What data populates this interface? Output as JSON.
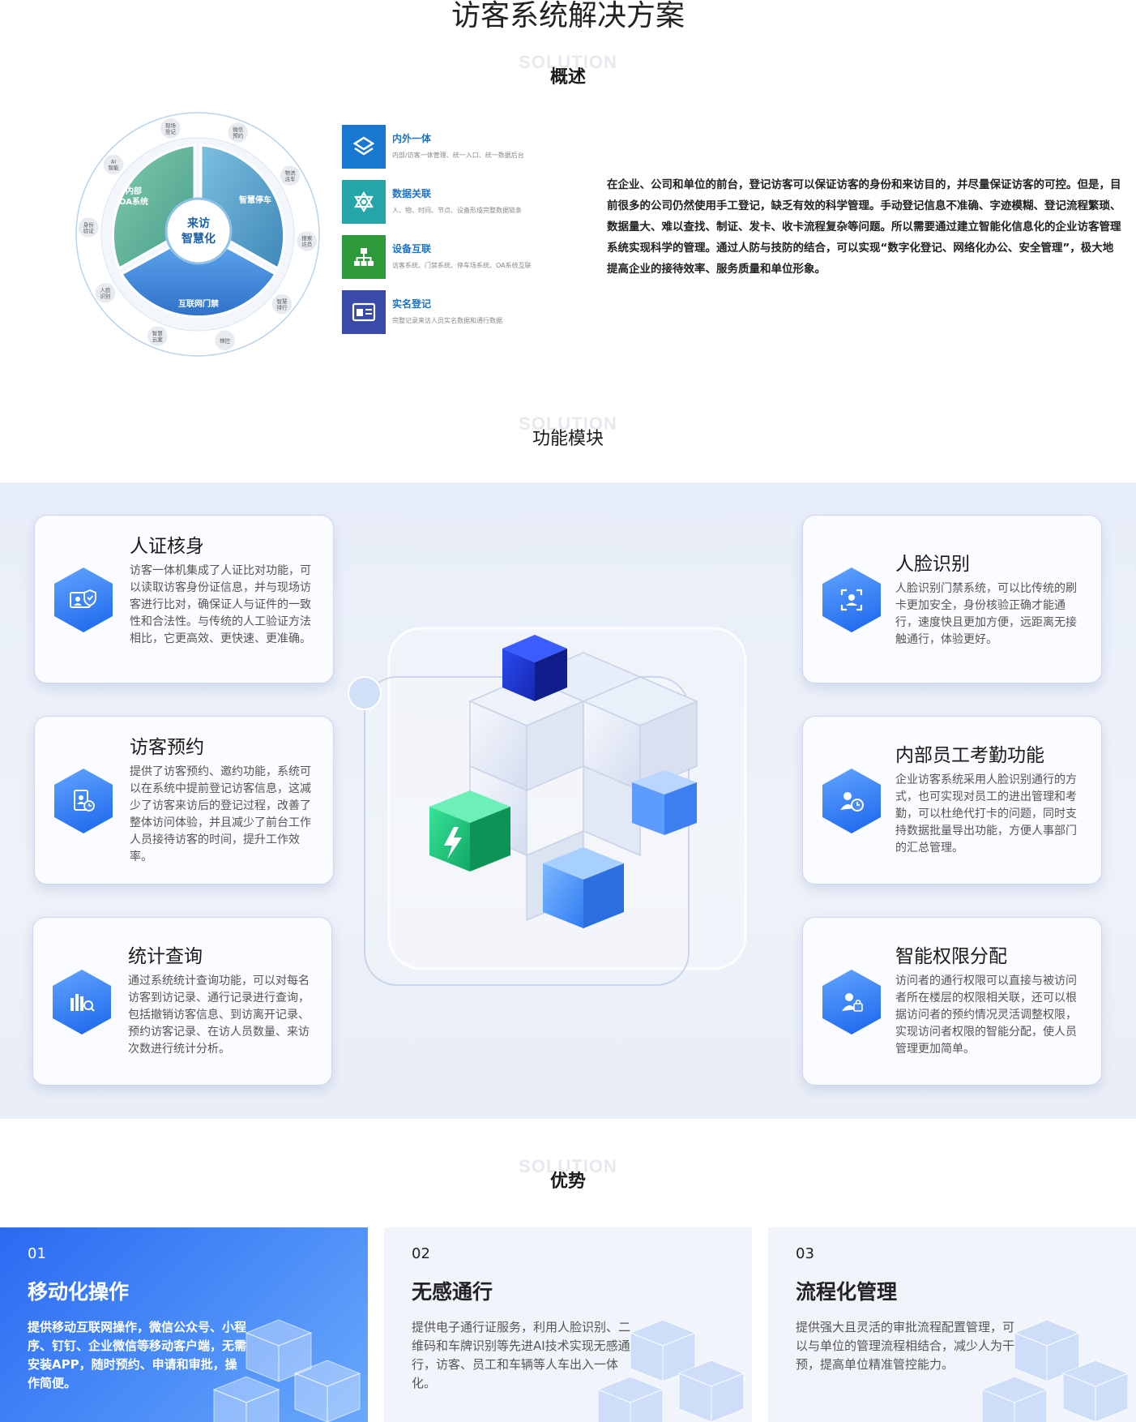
{
  "page_title": "访客系统解决方案",
  "sections": {
    "overview": {
      "bg_word": "SOLUTION",
      "title": "概述"
    },
    "modules": {
      "bg_word": "SOLUTION",
      "title": "功能模块"
    },
    "advantages": {
      "bg_word": "SOLUTION",
      "title": "优势"
    }
  },
  "wheel": {
    "center": [
      "来访",
      "智慧化"
    ],
    "segments": [
      "内部\nOA系统",
      "智慧停车",
      "互联网门禁"
    ],
    "satellites": [
      "微信\n预约",
      "物流\n派车",
      "搜索\n访员",
      "智慧\n排行",
      "梯控",
      "智慧\n云案",
      "人脸\n识别",
      "身份\n验证",
      "AI\n智能",
      "现场\n登记"
    ]
  },
  "overview_items": [
    {
      "title": "内外一体",
      "desc": "内部/访客一体管理、统一入口、统一数据后台",
      "color": "#1b78d0",
      "icon": "layers-icon"
    },
    {
      "title": "数据关联",
      "desc": "人、物、时间、节点、设备形成完整数据链条",
      "color": "#26a5a8",
      "icon": "star-network-icon"
    },
    {
      "title": "设备互联",
      "desc": "访客系统、门禁系统、停车场系统、OA系统互联",
      "color": "#2e9a3c",
      "icon": "hierarchy-icon"
    },
    {
      "title": "实名登记",
      "desc": "完整记录来访人员实名数据和通行数据",
      "color": "#3a4aa8",
      "icon": "id-card-icon"
    }
  ],
  "overview_text": "在企业、公司和单位的前台，登记访客可以保证访客的身份和来访目的，并尽量保证访客的可控。但是，目前很多的公司仍然使用手工登记，缺乏有效的科学管理。手动登记信息不准确、字迹模糊、登记流程繁琐、数据量大、难以查找、制证、发卡、收卡流程复杂等问题。所以需要通过建立智能化信息化的企业访客管理系统实现科学的管理。通过人防与技防的结合，可以实现“数字化登记、网络化办公、安全管理”，极大地提高企业的接待效率、服务质量和单位形象。",
  "modules": {
    "left": [
      {
        "title": "人证核身",
        "desc": "访客一体机集成了人证比对功能，可以读取访客身份证信息，并与现场访客进行比对，确保证人与证件的一致性和合法性。与传统的人工验证方法相比，它更高效、更快速、更准确。",
        "icon": "id-verify-icon"
      },
      {
        "title": "访客预约",
        "desc": "提供了访客预约、邀约功能，系统可以在系统中提前登记访客信息，这减少了访客来访后的登记过程，改善了整体访问体验，并且减少了前台工作人员接待访客的时间，提升工作效率。",
        "icon": "appointment-icon"
      },
      {
        "title": "统计查询",
        "desc": "通过系统统计查询功能，可以对每名访客到访记录、通行记录进行查询，包括撤销访客信息、到访离开记录、预约访客记录、在访人员数量、来访次数进行统计分析。",
        "icon": "stats-search-icon"
      }
    ],
    "right": [
      {
        "title": "人脸识别",
        "desc": "人脸识别门禁系统，可以比传统的刷卡更加安全，身份核验正确才能通行，速度快且更加方便，远距离无接触通行，体验更好。",
        "icon": "face-scan-icon"
      },
      {
        "title": "内部员工考勤功能",
        "desc": "企业访客系统采用人脸识别通行的方式，也可实现对员工的进出管理和考勤，可以杜绝代打卡的问题，同时支持数据批量导出功能，方便人事部门的汇总管理。",
        "icon": "attendance-icon"
      },
      {
        "title": "智能权限分配",
        "desc": "访问者的通行权限可以直接与被访问者所在楼层的权限相关联，还可以根据访问者的预约情况灵活调整权限，实现访问者权限的智能分配，使人员管理更加简单。",
        "icon": "permission-icon"
      }
    ]
  },
  "advantages": [
    {
      "num": "01",
      "title": "移动化操作",
      "desc": "提供移动互联网操作，微信公众号、小程序、钉钉、企业微信等移动客户端，无需安装APP，随时预约、申请和审批，操作简便。"
    },
    {
      "num": "02",
      "title": "无感通行",
      "desc": "提供电子通行证服务，利用人脸识别、二维码和车牌识别等先进AI技术实现无感通行，访客、员工和车辆等人车出入一体化。"
    },
    {
      "num": "03",
      "title": "流程化管理",
      "desc": "提供强大且灵活的审批流程配置管理，可以与单位的管理流程相结合，减少人为干预，提高单位精准管控能力。"
    }
  ]
}
